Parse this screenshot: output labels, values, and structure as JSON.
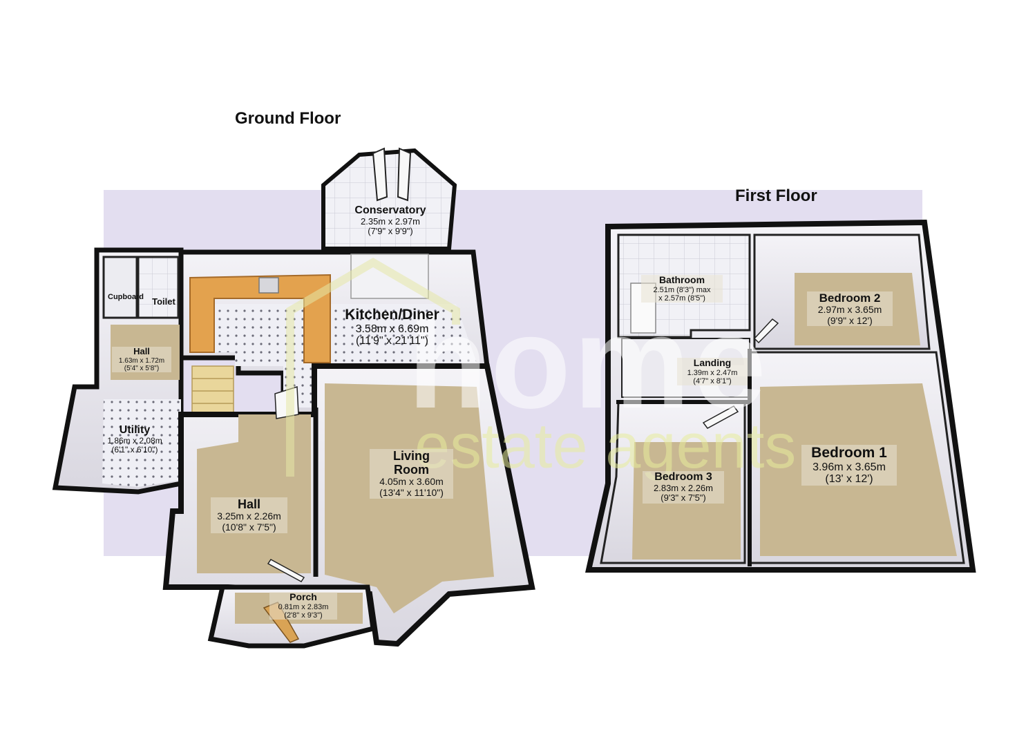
{
  "floors": [
    {
      "id": "ground",
      "title": "Ground Floor"
    },
    {
      "id": "first",
      "title": "First Floor"
    }
  ],
  "rooms": {
    "conservatory": {
      "name": "Conservatory",
      "metric": "2.35m x 2.97m",
      "imperial": "(7'9\" x 9'9\")"
    },
    "cupboard": {
      "name": "Cupboard"
    },
    "toilet": {
      "name": "Toilet"
    },
    "kitchen": {
      "name": "Kitchen/Diner",
      "metric": "3.58m x 6.69m",
      "imperial": "(11'9\" x 21'11\")"
    },
    "hall_small": {
      "name": "Hall",
      "metric": "1.63m x 1.72m",
      "imperial": "(5'4\" x 5'8\")"
    },
    "utility": {
      "name": "Utility",
      "metric": "1.86m x 2.08m",
      "imperial": "(6'1\" x 6'10\")"
    },
    "living": {
      "name": "Living Room",
      "name_line1": "Living",
      "name_line2": "Room",
      "metric": "4.05m x 3.60m",
      "imperial": "(13'4\" x 11'10\")"
    },
    "hall": {
      "name": "Hall",
      "metric": "3.25m x 2.26m",
      "imperial": "(10'8\" x 7'5\")"
    },
    "porch": {
      "name": "Porch",
      "metric": "0.81m x 2.83m",
      "imperial": "(2'8\" x 9'3\")"
    },
    "bathroom": {
      "name": "Bathroom",
      "metric_line1": "2.51m (8'3\") max",
      "metric_line2": "x 2.57m (8'5\")"
    },
    "bedroom2": {
      "name": "Bedroom 2",
      "metric": "2.97m x 3.65m",
      "imperial": "(9'9\" x 12')"
    },
    "landing": {
      "name": "Landing",
      "metric": "1.39m x 2.47m",
      "imperial": "(4'7\" x 8'1\")"
    },
    "bedroom1": {
      "name": "Bedroom 1",
      "metric": "3.96m x 3.65m",
      "imperial": "(13' x 12')"
    },
    "bedroom3": {
      "name": "Bedroom 3",
      "metric": "2.83m x 2.26m",
      "imperial": "(9'3\" x 7'5\")"
    }
  },
  "watermark": {
    "word1": "home",
    "word2": "estate agents"
  },
  "colors": {
    "band": "#e3def0",
    "wall": "#111111",
    "carpet": "#c8b792",
    "tile": "#eeeef4",
    "worktop": "#e3a24e",
    "watermark_text": "#e8ec9a"
  }
}
